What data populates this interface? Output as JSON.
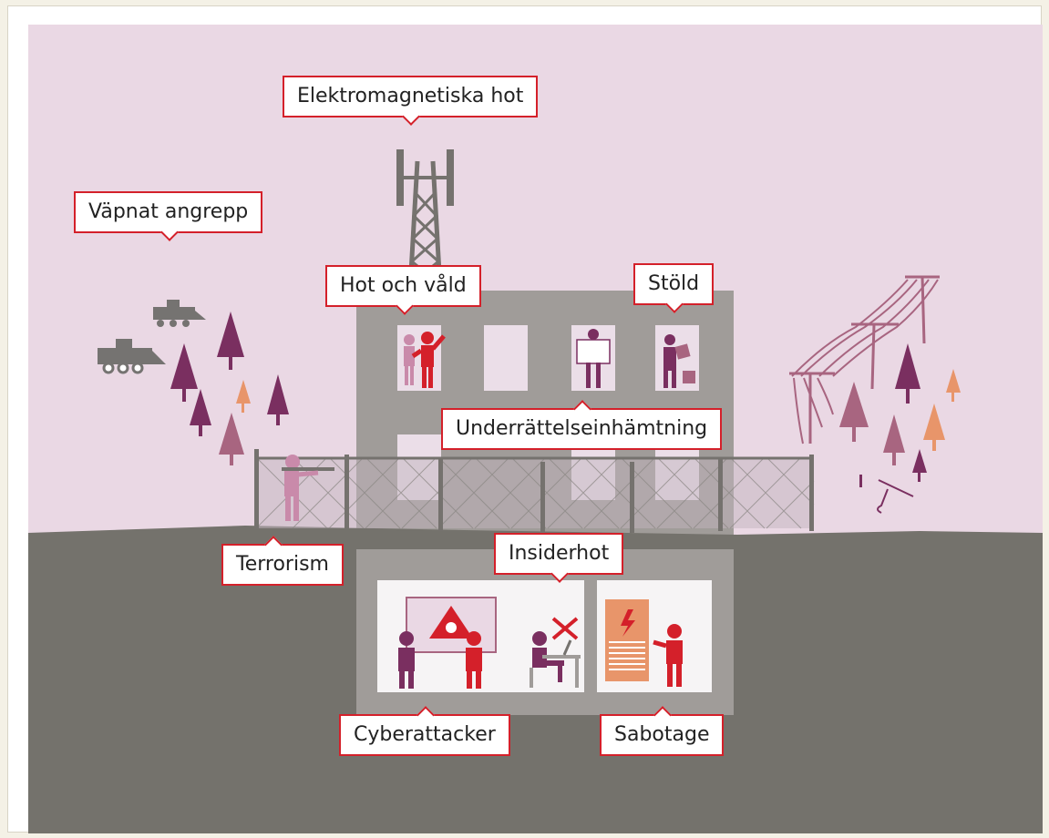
{
  "labels": {
    "elektromagnetiska": "Elektromagnetiska hot",
    "vapnat": "Väpnat angrepp",
    "hot_vald": "Hot och våld",
    "stold": "Stöld",
    "underrattelse": "Underrättelseinhämtning",
    "terrorism": "Terrorism",
    "insiderhot": "Insiderhot",
    "cyber": "Cyberattacker",
    "sabotage": "Sabotage"
  },
  "colors": {
    "sky": "#ead8e4",
    "ground": "#74726c",
    "building": "#a09c99",
    "plum": "#7a2f60",
    "red": "#d4202a",
    "orange": "#e8956a",
    "vehicle": "#757371"
  }
}
